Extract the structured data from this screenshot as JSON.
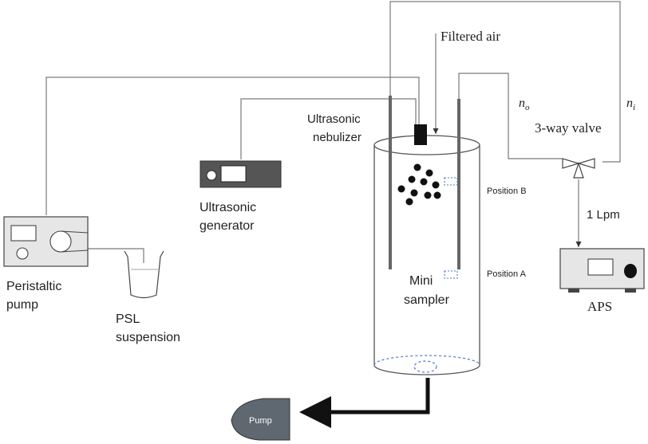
{
  "labels": {
    "filtered_air": "Filtered air",
    "n_o_base": "n",
    "n_o_sub": "o",
    "n_i_base": "n",
    "n_i_sub": "i",
    "three_way_valve": "3-way valve",
    "ultrasonic_nebulizer_line1": "Ultrasonic",
    "ultrasonic_nebulizer_line2": "nebulizer",
    "ultrasonic_generator_line1": "Ultrasonic",
    "ultrasonic_generator_line2": "generator",
    "position_b": "Position B",
    "position_a": "Position A",
    "flow_rate": "1 Lpm",
    "mini_sampler_line1": "Mini",
    "mini_sampler_line2": "sampler",
    "aps": "APS",
    "peristaltic_pump_line1": "Peristaltic",
    "peristaltic_pump_line2": "pump",
    "psl_suspension_line1": "PSL",
    "psl_suspension_line2": "suspension",
    "pump": "Pump"
  },
  "colors": {
    "line": "#7a7a7a",
    "equipment_fill": "#e6e6e6",
    "generator_fill": "#555555",
    "pump_fill": "#5f6870",
    "dots": "#111111",
    "sampler_dash": "#4a78c8",
    "arrow": "#111111"
  }
}
